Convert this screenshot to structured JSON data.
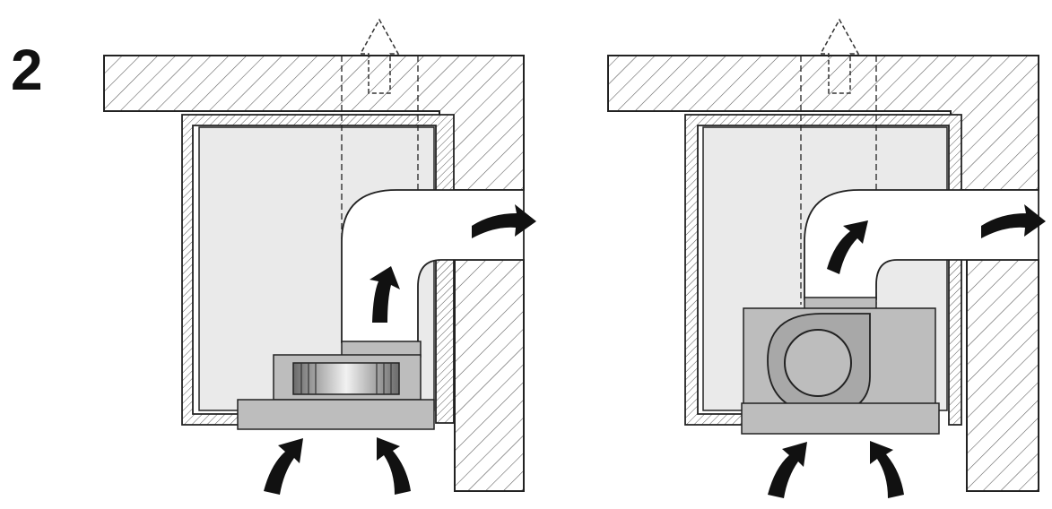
{
  "step_number": "2",
  "colors": {
    "outline": "#222222",
    "hatch": "#555555",
    "cabinet_fill": "#eaeaea",
    "hood_body": "#bdbdbd",
    "hood_dark": "#a8a8a8",
    "duct_fill": "#ffffff",
    "arrow_fill": "#111111"
  },
  "panels": [
    {
      "name": "panel-recirculation",
      "motor": "radial-fan"
    },
    {
      "name": "panel-exhaust",
      "motor": "blower-wheel"
    }
  ]
}
